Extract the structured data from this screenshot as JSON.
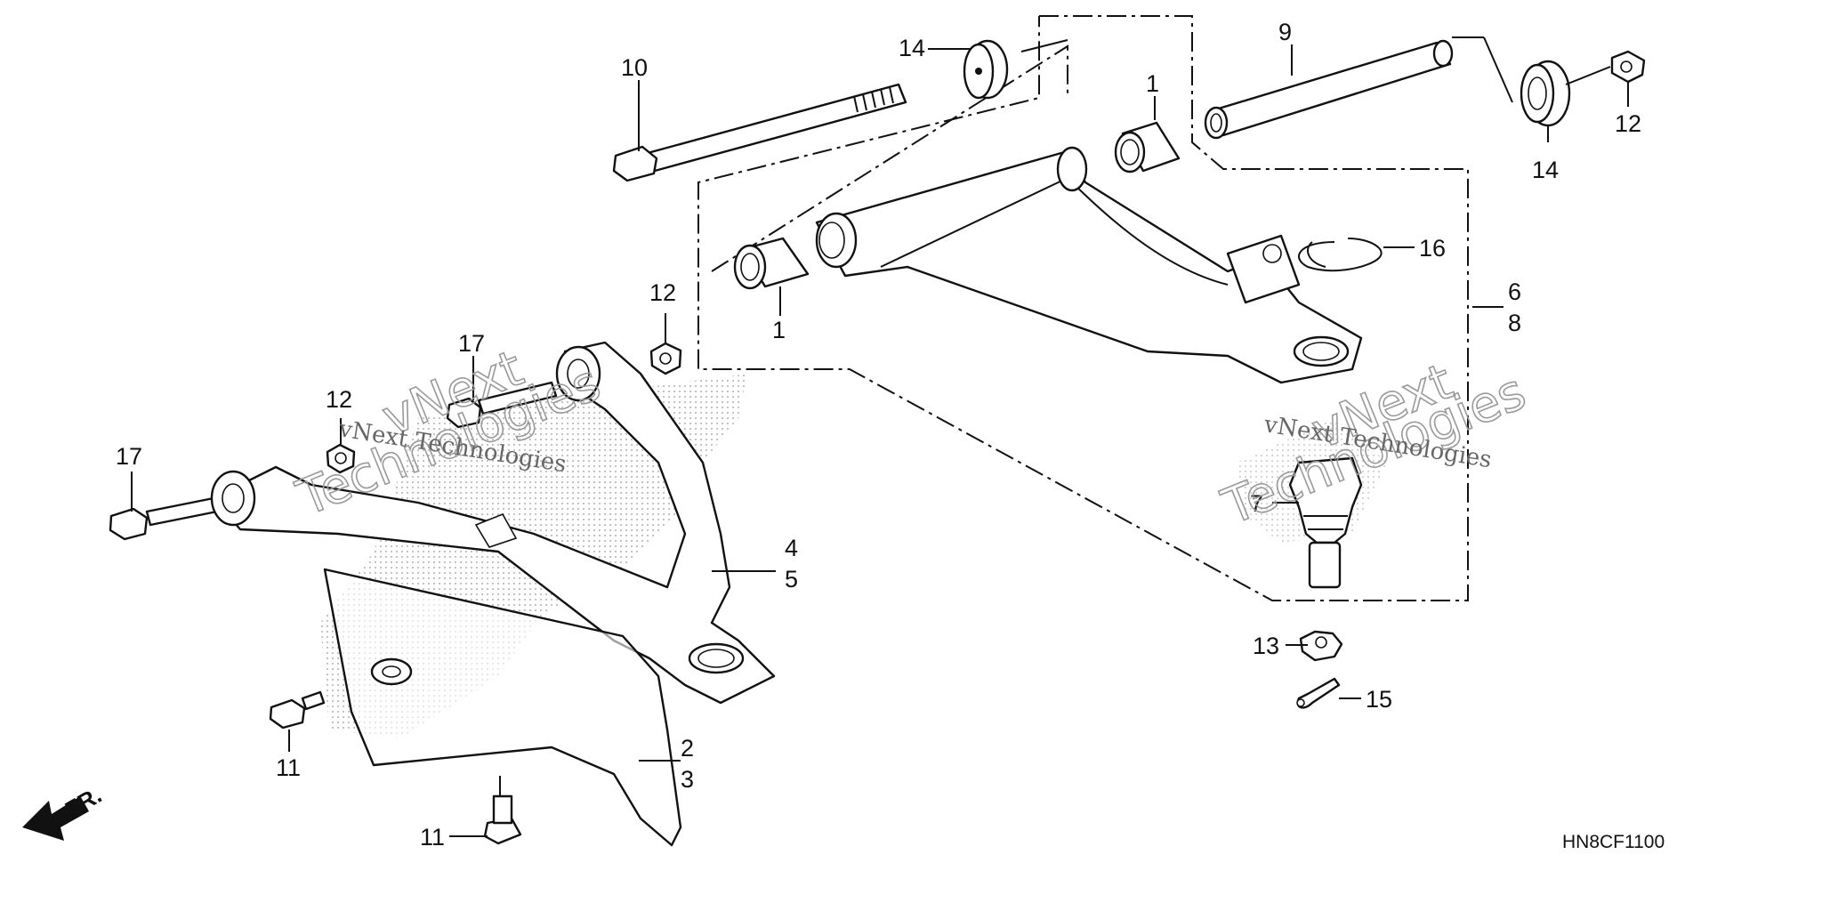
{
  "diagram": {
    "code": "HN8CF1100",
    "front_label": "FR.",
    "watermark_line1": "vNext Technologies",
    "watermark_outline_a": "vNext",
    "watermark_outline_b": "Technologies"
  },
  "callouts": [
    {
      "id": "c1a",
      "text": "1"
    },
    {
      "id": "c1b",
      "text": "1"
    },
    {
      "id": "c2",
      "text": "2"
    },
    {
      "id": "c3",
      "text": "3"
    },
    {
      "id": "c4",
      "text": "4"
    },
    {
      "id": "c5",
      "text": "5"
    },
    {
      "id": "c6",
      "text": "6"
    },
    {
      "id": "c7",
      "text": "7"
    },
    {
      "id": "c8",
      "text": "8"
    },
    {
      "id": "c9",
      "text": "9"
    },
    {
      "id": "c10",
      "text": "10"
    },
    {
      "id": "c11a",
      "text": "11"
    },
    {
      "id": "c11b",
      "text": "11"
    },
    {
      "id": "c12a",
      "text": "12"
    },
    {
      "id": "c12b",
      "text": "12"
    },
    {
      "id": "c12c",
      "text": "12"
    },
    {
      "id": "c13",
      "text": "13"
    },
    {
      "id": "c14a",
      "text": "14"
    },
    {
      "id": "c14b",
      "text": "14"
    },
    {
      "id": "c15",
      "text": "15"
    },
    {
      "id": "c16",
      "text": "16"
    },
    {
      "id": "c17a",
      "text": "17"
    },
    {
      "id": "c17b",
      "text": "17"
    }
  ],
  "colors": {
    "line": "#111111",
    "fill": "#ffffff",
    "watermark": "#9a9a9a",
    "stipple": "#bdbdbd"
  }
}
